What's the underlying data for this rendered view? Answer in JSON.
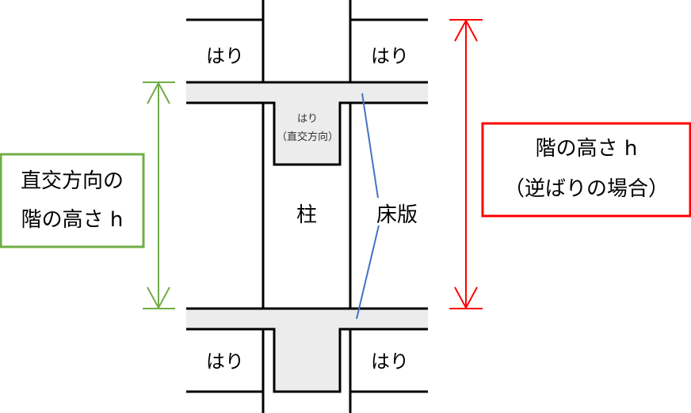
{
  "labels": {
    "beam_top_left": "はり",
    "beam_top_right": "はり",
    "beam_bottom_left": "はり",
    "beam_bottom_right": "はり",
    "orthogonal_beam_line1": "はり",
    "orthogonal_beam_line2": "（直交方向）",
    "column": "柱",
    "slab": "床版"
  },
  "green_box": {
    "line1": "直交方向の",
    "line2": "階の高さ h"
  },
  "red_box": {
    "line1": "階の高さ h",
    "line2": "（逆ばりの場合）"
  },
  "colors": {
    "green": "#70ad47",
    "red": "#ff0000",
    "blue": "#4472c4",
    "concrete": "#ececec"
  }
}
